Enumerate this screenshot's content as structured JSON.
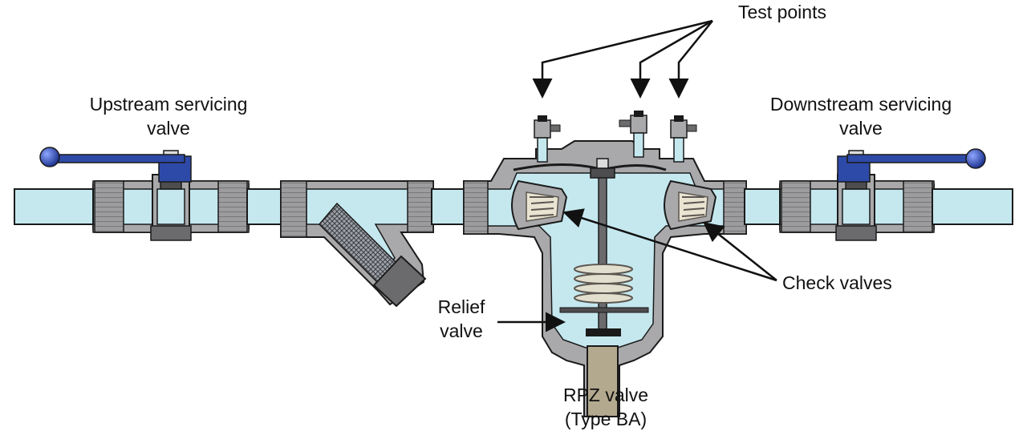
{
  "labels": {
    "test_points": "Test points",
    "upstream_line1": "Upstream servicing",
    "upstream_line2": "valve",
    "downstream_line1": "Downstream servicing",
    "downstream_line2": "valve",
    "check_valves": "Check valves",
    "relief_line1": "Relief",
    "relief_line2": "valve",
    "rpz_line1": "RPZ valve",
    "rpz_line2": "(Type BA)"
  },
  "colors": {
    "water": "#c5e8ef",
    "body_metal": "#a9a9ab",
    "body_dark": "#4d4d4f",
    "handle_blue": "#2e4aa8",
    "outline": "#1a1a1a"
  }
}
